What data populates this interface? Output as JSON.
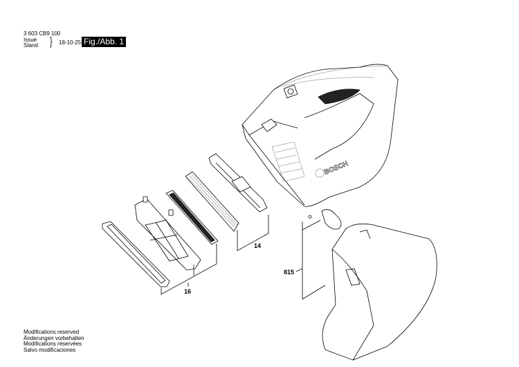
{
  "header": {
    "document_number": "3 603 CB9 100",
    "issue_label": "Issue",
    "stand_label": "Stand",
    "date": "18-10-25",
    "figure_label": "Fig./Abb. 1"
  },
  "footer": {
    "notes": [
      "Modifications reserved",
      "Änderungen vorbehalten",
      "Modifications réservées",
      "Salvo modificaciones"
    ]
  },
  "diagram": {
    "part_labels": {
      "filter_set": "14",
      "prefilter_set": "16",
      "nozzle_set": "815"
    },
    "logo_text": "BOSCH"
  }
}
